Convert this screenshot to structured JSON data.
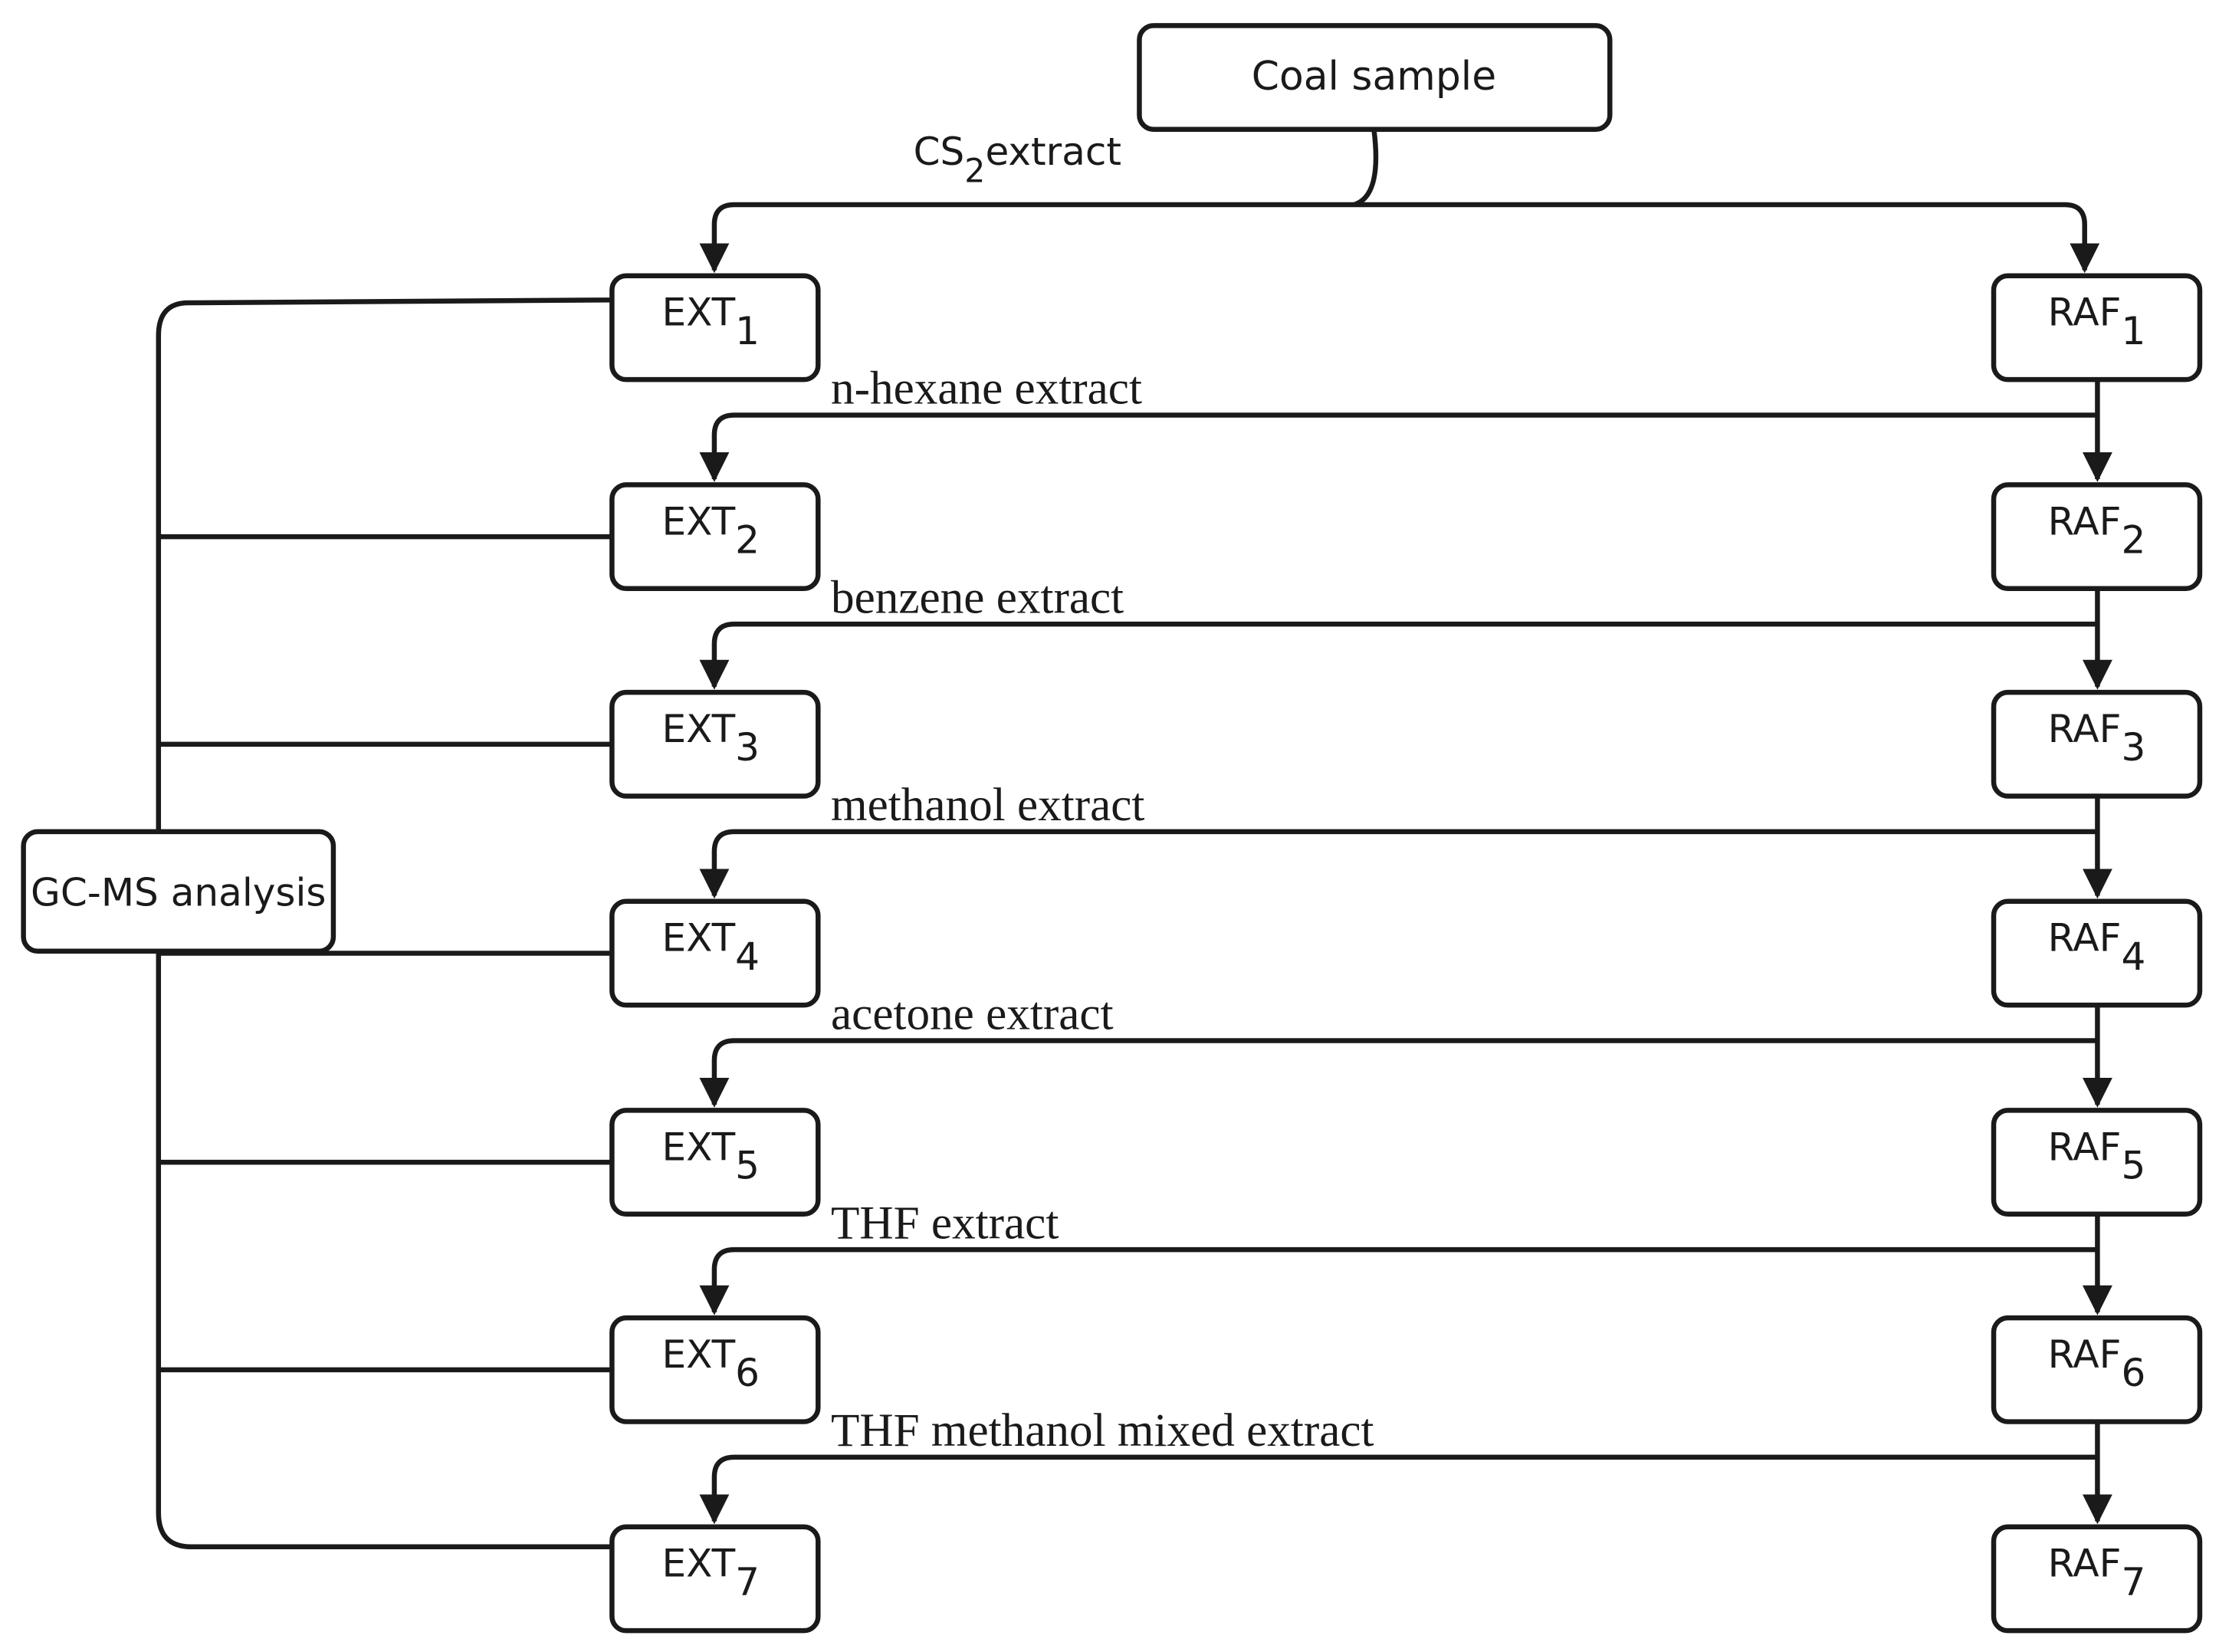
{
  "diagram": {
    "source_box": "Coal sample",
    "first_step": {
      "text": "CS",
      "sub": "2",
      "after": "extract"
    },
    "analysis_box": "GC-MS analysis",
    "ext_prefix": "EXT",
    "raf_prefix": "RAF",
    "levels": [
      {
        "index": "1"
      },
      {
        "index": "2",
        "step": "n-hexane extract"
      },
      {
        "index": "3",
        "step": "benzene extract"
      },
      {
        "index": "4",
        "step": "methanol extract"
      },
      {
        "index": "5",
        "step": "acetone extract"
      },
      {
        "index": "6",
        "step": "THF extract"
      },
      {
        "index": "7",
        "step": "THF methanol mixed extract"
      }
    ]
  }
}
